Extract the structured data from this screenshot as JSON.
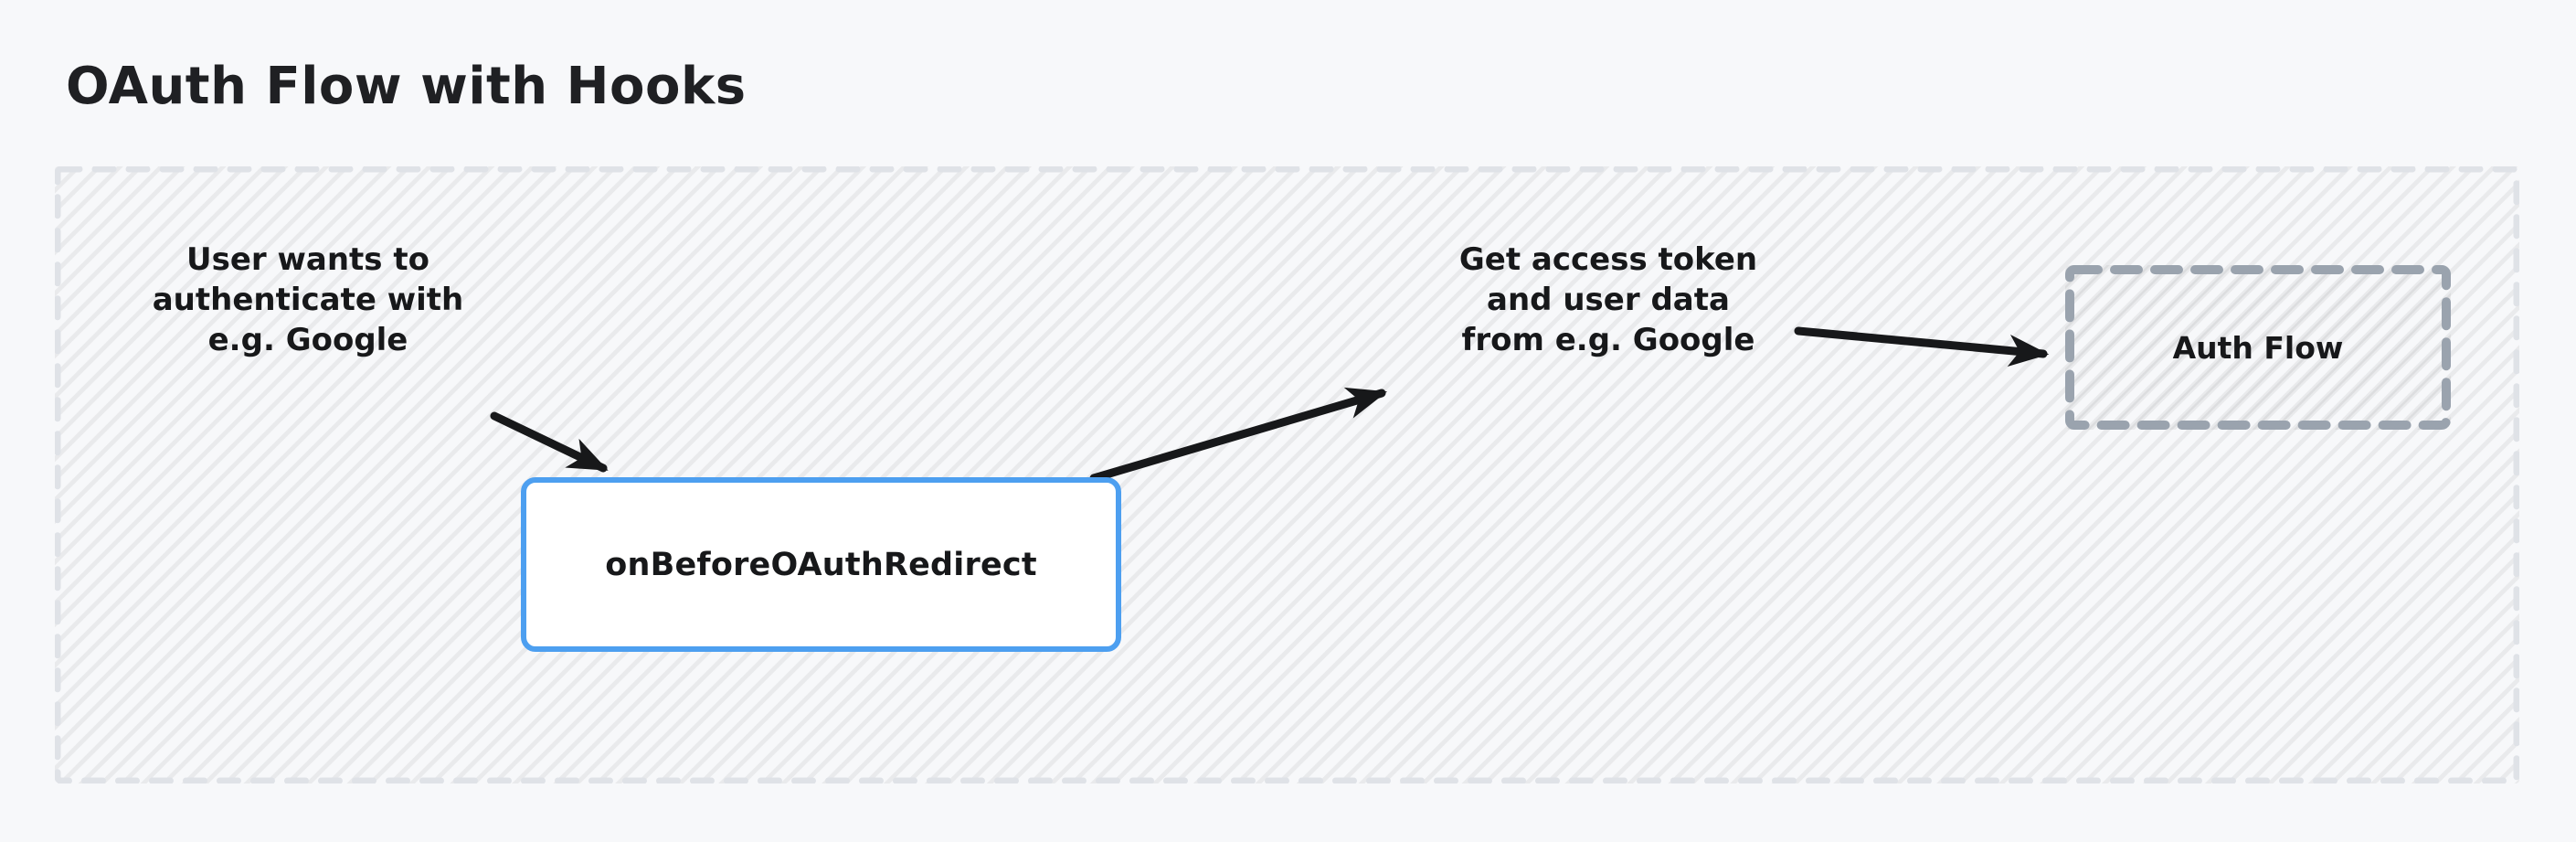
{
  "diagram": {
    "title": "OAuth Flow with Hooks",
    "container": {
      "name": "flow-container",
      "border_style": "dashed",
      "border_color": "#dfe2e7",
      "fill_pattern": "diagonal-hatch"
    },
    "nodes": [
      {
        "id": "hook-node",
        "label": "onBeforeOAuthRedirect",
        "shape": "rounded-rect",
        "border_color": "#4d9ff0",
        "fill_color": "#ffffff"
      },
      {
        "id": "auth-flow-node",
        "label": "Auth Flow",
        "shape": "dashed-rect",
        "border_color": "#9aa3ae",
        "fill_pattern": "diagonal-hatch"
      }
    ],
    "edges": [
      {
        "id": "edge-1",
        "from": "user",
        "to": "hook-node",
        "label": "User wants to\nauthenticate with\ne.g. Google",
        "arrowhead": "solid",
        "color": "#17181a"
      },
      {
        "id": "edge-2",
        "from": "hook-node",
        "to": "provider",
        "label": "Get access token\nand user data\nfrom e.g. Google",
        "arrowhead": "solid",
        "color": "#17181a"
      },
      {
        "id": "edge-3",
        "from": "provider",
        "to": "auth-flow-node",
        "label": "",
        "arrowhead": "solid",
        "color": "#17181a"
      }
    ],
    "colors": {
      "background": "#f7f8fa",
      "text": "#17181a",
      "accent_blue": "#4d9ff0",
      "muted_gray": "#9aa3ae",
      "container_border": "#dfe2e7"
    }
  }
}
